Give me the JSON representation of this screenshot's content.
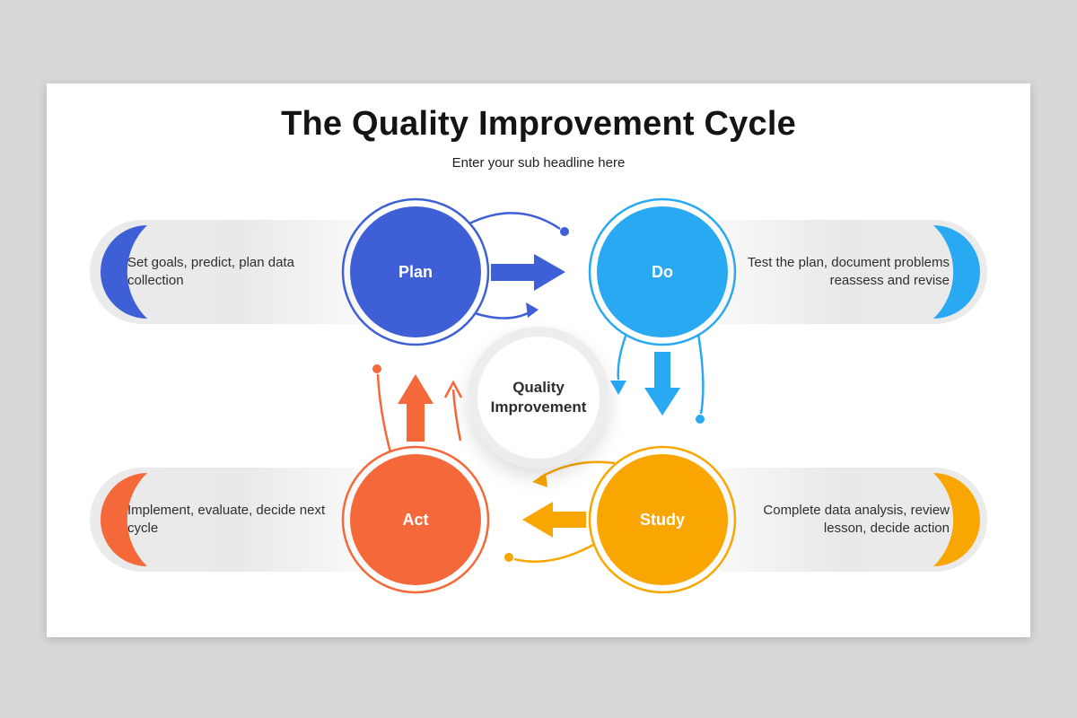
{
  "slide": {
    "title": "The Quality Improvement Cycle",
    "subtitle": "Enter your sub headline here",
    "center_label": "Quality Improvement"
  },
  "nodes": {
    "plan": {
      "label": "Plan",
      "description": "Set goals, predict, plan data collection",
      "color": "#3e5fd6"
    },
    "do": {
      "label": "Do",
      "description": "Test the plan, document problems reassess and revise",
      "color": "#29a9f2"
    },
    "study": {
      "label": "Study",
      "description": "Complete data analysis, review lesson, decide action",
      "color": "#f9a602"
    },
    "act": {
      "label": "Act",
      "description": "Implement, evaluate, decide next cycle",
      "color": "#f4683a"
    }
  }
}
